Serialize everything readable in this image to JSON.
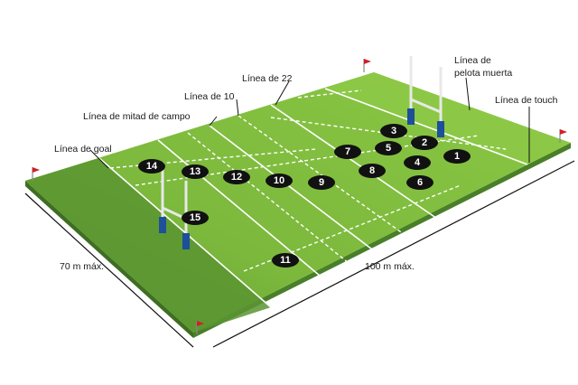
{
  "labels": {
    "goal_line": "Línea de goal",
    "halfway_line": "Línea de mitad de campo",
    "ten_line": "Línea de 10",
    "twentytwo_line": "Línea de 22",
    "dead_ball_line_1": "Línea de",
    "dead_ball_line_2": "pelota muerta",
    "touch_line": "Línea de touch",
    "width_dim": "70 m máx.",
    "length_dim": "100 m máx."
  },
  "players": [
    "1",
    "2",
    "3",
    "4",
    "5",
    "6",
    "7",
    "8",
    "9",
    "10",
    "11",
    "12",
    "13",
    "14",
    "15"
  ],
  "colors": {
    "field_light": "#86c440",
    "field_dark": "#5f9c33",
    "field_edge": "#3f6e23",
    "player_fill": "#111111",
    "post_blue": "#1d4f9a",
    "flag_red": "#d0202a"
  }
}
